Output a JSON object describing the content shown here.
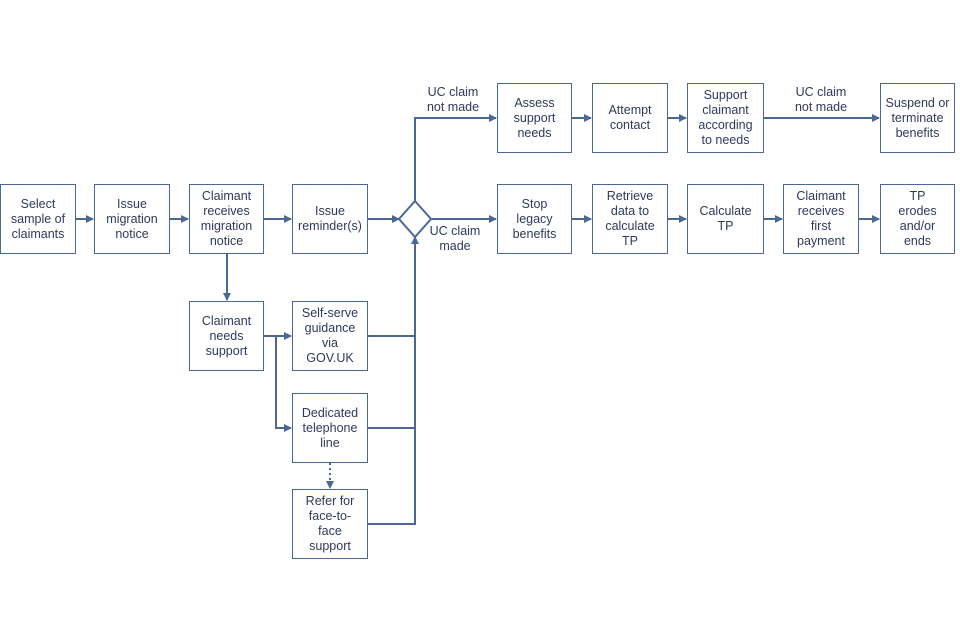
{
  "nodes": {
    "select_sample": "Select\nsample of\nclaimants",
    "issue_notice": "Issue\nmigration\nnotice",
    "claimant_receives_notice": "Claimant\nreceives\nmigration\nnotice",
    "issue_reminders": "Issue\nreminder(s)",
    "claimant_needs_support": "Claimant\nneeds\nsupport",
    "self_serve": "Self-serve\nguidance\nvia\nGOV.UK",
    "telephone_line": "Dedicated\ntelephone\nline",
    "face_to_face": "Refer for\nface-to-\nface\nsupport",
    "assess_support": "Assess\nsupport\nneeds",
    "attempt_contact": "Attempt\ncontact",
    "support_claimant": "Support\nclaimant\naccording\nto needs",
    "suspend_terminate": "Suspend or\nterminate\nbenefits",
    "stop_legacy": "Stop\nlegacy\nbenefits",
    "retrieve_data": "Retrieve\ndata to\ncalculate\nTP",
    "calculate_tp": "Calculate\nTP",
    "first_payment": "Claimant\nreceives\nfirst\npayment",
    "tp_erodes": "TP\nerodes\nand/or\nends"
  },
  "edge_labels": {
    "uc_not_made_1": "UC claim\nnot made",
    "uc_not_made_2": "UC claim\nnot made",
    "uc_made": "UC claim\nmade"
  },
  "colors": {
    "line": "#4a6796",
    "text": "#2f3a5a"
  }
}
